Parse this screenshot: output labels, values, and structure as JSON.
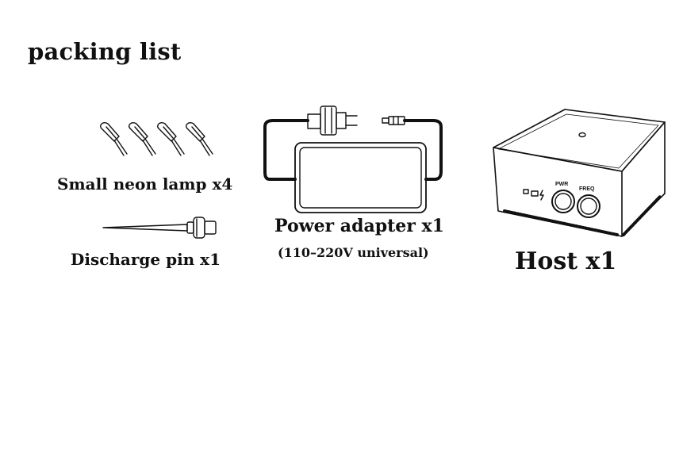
{
  "page": {
    "title": "packing list"
  },
  "items": {
    "neon_lamp": {
      "label": "Small neon lamp x4"
    },
    "discharge_pin": {
      "label": "Discharge pin x1"
    },
    "power_adapter": {
      "label": "Power adapter x1",
      "sublabel": "(110–220V universal)"
    },
    "host": {
      "label": "Host x1",
      "knob_labels": [
        "PWR",
        "FREQ"
      ]
    }
  }
}
